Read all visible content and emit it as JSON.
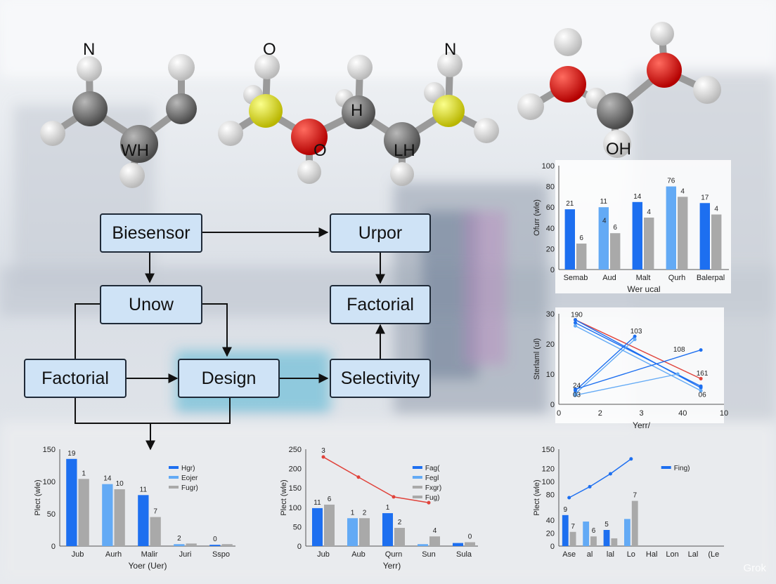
{
  "colors": {
    "blue_dark": "#1d6ff0",
    "blue_light": "#63aaf5",
    "gray_bar": "#a9a9a9",
    "red_line": "#e0433b",
    "box_fill": "#cfe3f6",
    "box_border": "#1f2a38"
  },
  "molecules": [
    {
      "labels": [
        "N",
        "WH"
      ]
    },
    {
      "labels": [
        "O",
        "H",
        "O",
        "N",
        "LH"
      ]
    },
    {
      "labels": [
        "OH"
      ]
    }
  ],
  "flowchart": {
    "nodes": {
      "biesensor": "Biesensor",
      "urpor": "Urpor",
      "unow": "Unow",
      "factorial_top": "Factorial",
      "factorial_left": "Factorial",
      "design": "Design",
      "selectivity": "Selectivity"
    }
  },
  "watermark": "Grok",
  "chart_data": [
    {
      "type": "bar",
      "ylabel": "Ofurr (wle)",
      "xlabel": "Wer ucal",
      "categories": [
        "Semab",
        "Aud",
        "Malt",
        "Qurh",
        "Balerpal"
      ],
      "yticks": [
        0,
        20,
        40,
        60,
        80,
        100
      ],
      "ylim": [
        0,
        100
      ],
      "series": [
        {
          "color_key": "blue_dark",
          "values": [
            58,
            60,
            65,
            80,
            64
          ],
          "labels": [
            "21",
            "11",
            "14",
            "76",
            "17"
          ]
        },
        {
          "color_key": "gray_bar",
          "values": [
            25,
            35,
            50,
            70,
            53
          ],
          "labels": [
            "6",
            "6",
            "4",
            "4",
            "4"
          ]
        }
      ],
      "extra_labels": [
        "4"
      ]
    },
    {
      "type": "line",
      "ylabel": "Sterlaml (ul)",
      "xlabel": "Yerr/",
      "xtick_labels": [
        "0",
        "2",
        "3",
        "40",
        "10"
      ],
      "yticks": [
        0,
        10,
        20,
        30
      ],
      "ylim": [
        0,
        30
      ],
      "point_labels": [
        "190",
        "103",
        "108",
        "161",
        "24",
        "03",
        "06"
      ],
      "lines": [
        {
          "color_key": "red_line",
          "points": [
            [
              0.5,
              28
            ],
            [
              4.3,
              8.5
            ]
          ]
        },
        {
          "color_key": "blue_dark",
          "points": [
            [
              0.5,
              28
            ],
            [
              4.3,
              5.5
            ]
          ]
        },
        {
          "color_key": "blue_dark",
          "points": [
            [
              0.5,
              27
            ],
            [
              4.3,
              6
            ]
          ]
        },
        {
          "color_key": "blue_light",
          "points": [
            [
              0.5,
              26
            ],
            [
              4.3,
              4.5
            ]
          ]
        },
        {
          "color_key": "blue_dark",
          "points": [
            [
              0.5,
              4.5
            ],
            [
              2.3,
              22.5
            ]
          ]
        },
        {
          "color_key": "blue_light",
          "points": [
            [
              0.5,
              3.5
            ],
            [
              2.3,
              21.5
            ]
          ]
        },
        {
          "color_key": "blue_dark",
          "points": [
            [
              0.5,
              5
            ],
            [
              4.3,
              18
            ]
          ]
        },
        {
          "color_key": "blue_light",
          "points": [
            [
              0.5,
              3
            ],
            [
              3.6,
              10
            ]
          ]
        }
      ]
    },
    {
      "type": "bar",
      "ylabel": "Plect (wle)",
      "xlabel": "Yoer (Uer)",
      "categories": [
        "Jub",
        "Aurh",
        "Malir",
        "Juri",
        "Sspo"
      ],
      "yticks": [
        0,
        50,
        100,
        150
      ],
      "ylim": [
        0,
        150
      ],
      "series": [
        {
          "color_key": "blue_dark",
          "values": [
            135,
            96,
            79,
            3,
            2
          ],
          "labels": [
            "19",
            "14",
            "11",
            "2",
            "0"
          ]
        },
        {
          "color_key": "gray_bar",
          "values": [
            104,
            88,
            45,
            4,
            3
          ],
          "labels": [
            "1",
            "10",
            "7",
            "",
            ""
          ]
        }
      ],
      "legend": [
        "Hgr)",
        "Eojer",
        "Fugr)"
      ]
    },
    {
      "type": "bar",
      "ylabel": "Plect (wle)",
      "xlabel": "Yerr)",
      "categories": [
        "Jub",
        "Aub",
        "Qurn",
        "Sun",
        "Sula"
      ],
      "yticks": [
        0,
        50,
        100,
        150,
        200,
        250
      ],
      "ylim": [
        0,
        250
      ],
      "series": [
        {
          "color_key": "blue_dark",
          "values": [
            98,
            72,
            85,
            5,
            8
          ],
          "labels": [
            "11",
            "1",
            "1",
            "",
            ""
          ]
        },
        {
          "color_key": "gray_bar",
          "values": [
            107,
            72,
            47,
            25,
            10
          ],
          "labels": [
            "6",
            "2",
            "2",
            "4",
            "0"
          ]
        }
      ],
      "line": {
        "color_key": "red_line",
        "values": [
          230,
          178,
          127,
          112
        ]
      },
      "line_label": "3",
      "legend": [
        "Fag(",
        "Fegl",
        "Fxgr)",
        "Fug)"
      ]
    },
    {
      "type": "bar",
      "ylabel": "Plect (wle)",
      "categories": [
        "Ase",
        "al",
        "lal",
        "Lo",
        "Hal",
        "Lon",
        "Lal",
        "(Le"
      ],
      "yticks": [
        0,
        20,
        40,
        80,
        100,
        120,
        150
      ],
      "ylim": [
        0,
        150
      ],
      "series": [
        {
          "color_key": "blue_dark",
          "values": [
            48,
            38,
            25,
            42
          ],
          "labels": [
            "9",
            "",
            "5",
            ""
          ]
        },
        {
          "color_key": "gray_bar",
          "values": [
            22,
            15,
            12,
            70
          ],
          "labels": [
            "7",
            "6",
            "",
            "7"
          ]
        }
      ],
      "line": {
        "color_key": "blue_dark",
        "values": [
          75,
          92,
          112,
          135
        ]
      },
      "legend": [
        "Fing)"
      ]
    }
  ]
}
